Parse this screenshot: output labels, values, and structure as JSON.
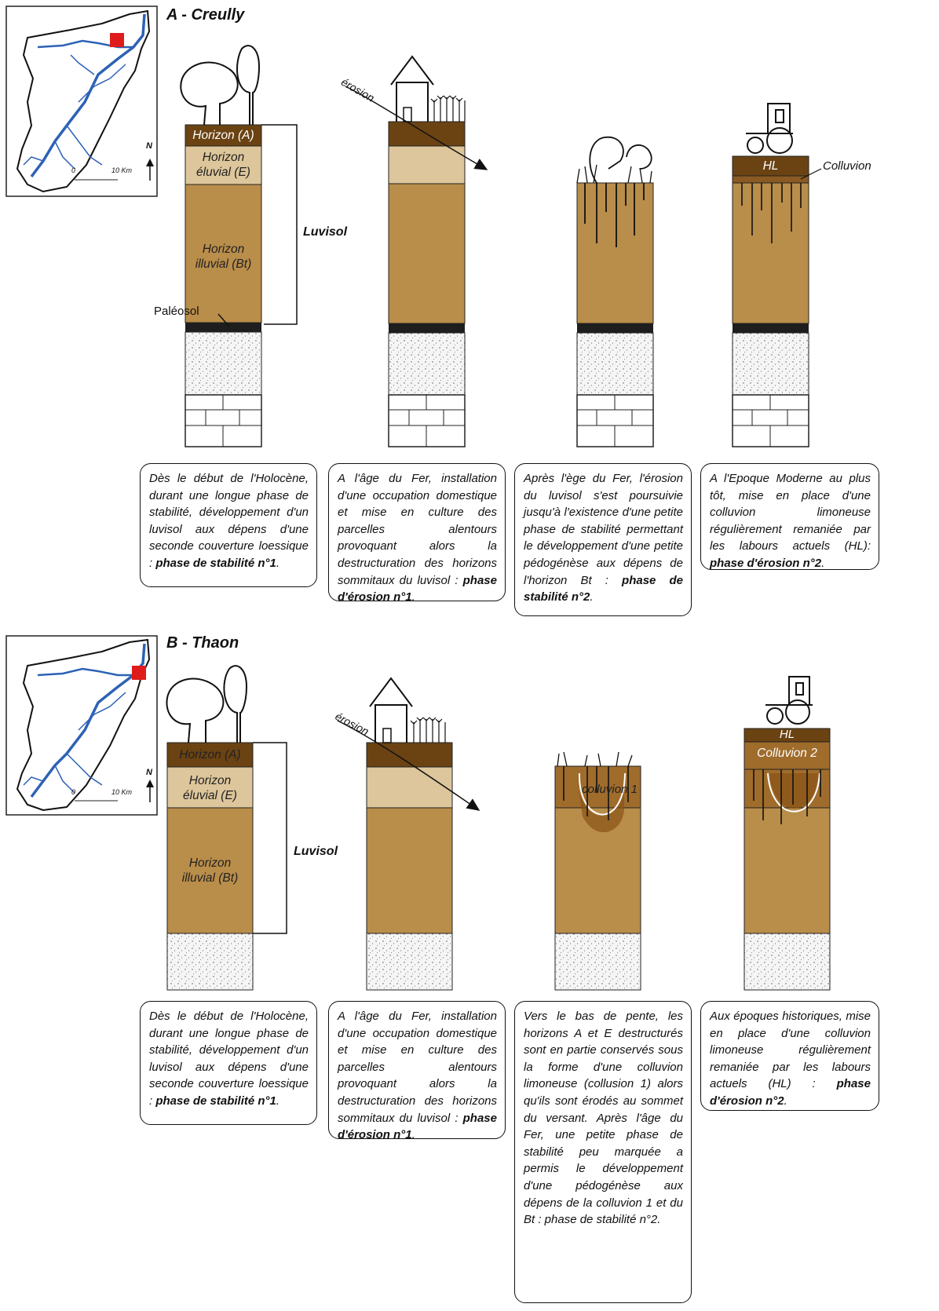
{
  "colors": {
    "horizon_a": "#6b4313",
    "horizon_e": "#ddc69b",
    "horizon_bt": "#b98d4a",
    "colluvion": "#9f6c2c",
    "paleosol": "#1e1e1e",
    "sand": "#f4f4f4",
    "river": "#2d62b5",
    "site_marker": "#e01b1b"
  },
  "panel_a": {
    "title": "A - Creully",
    "map": {
      "north": "N",
      "scale_zero": "0",
      "scale_km": "10 Km"
    },
    "labels": {
      "horizon_a": "Horizon (A)",
      "horizon_e_1": "Horizon",
      "horizon_e_2": "éluvial (E)",
      "horizon_bt_1": "Horizon",
      "horizon_bt_2": "illuvial (Bt)",
      "luvisol": "Luvisol",
      "paleosol": "Paléosol",
      "erosion": "érosion",
      "hl": "HL",
      "colluvion": "Colluvion"
    },
    "notes": [
      {
        "text": "Dès le début de l'Holocène, durant une longue phase de stabilité, développement d'un luvisol aux dépens d'une seconde couverture loessique : ",
        "emph": "phase de stabilité n°1",
        "end": "."
      },
      {
        "text": "A l'âge du Fer, installation d'une occupation domestique et mise en culture des parcelles alentours provoquant alors la destructuration des horizons sommitaux du luvisol : ",
        "emph": "phase d'érosion n°1",
        "end": "."
      },
      {
        "text": "Après l'ège du Fer, l'érosion du luvisol s'est poursuivie jusqu'à l'existence d'une petite phase de stabilité permettant le développement d'une petite pédogénèse aux dépens de l'horizon Bt : ",
        "emph": "phase de stabilité n°2",
        "end": "."
      },
      {
        "text": "A l'Epoque Moderne au plus tôt, mise en place d'une colluvion limoneuse régulièrement remaniée par les labours actuels (HL): ",
        "emph": "phase d'érosion n°2",
        "end": "."
      }
    ]
  },
  "panel_b": {
    "title": "B - Thaon",
    "map": {
      "north": "N",
      "scale_zero": "0",
      "scale_km": "10 Km"
    },
    "labels": {
      "horizon_a": "Horizon (A)",
      "horizon_e_1": "Horizon",
      "horizon_e_2": "éluvial (E)",
      "horizon_bt_1": "Horizon",
      "horizon_bt_2": "illuvial (Bt)",
      "luvisol": "Luvisol",
      "erosion": "érosion",
      "colluvion_1": "colluvion 1",
      "hl": "HL",
      "colluvion_2": "Colluvion 2"
    },
    "notes": [
      {
        "text": "Dès le début de l'Holocène, durant une longue phase de stabilité, développement d'un luvisol aux dépens d'une seconde couverture loessique : ",
        "emph": "phase de stabilité n°1",
        "end": "."
      },
      {
        "text": "A l'âge du Fer, installation d'une occupation domestique et mise en culture des parcelles alentours provoquant alors la destructuration des horizons sommitaux du luvisol : ",
        "emph": "phase d'érosion n°1",
        "end": "."
      },
      {
        "text": "Vers le bas de pente, les horizons A et E destructurés sont en partie conservés sous la forme d'une colluvion limoneuse (collusion 1) alors qu'ils sont érodés au sommet du versant. Après l'âge du Fer, une petite phase de stabilité peu marquée a permis le développement d'une pédogénèse aux dépens de la colluvion 1 et du Bt : phase de stabilité n°2.",
        "emph": "",
        "end": ""
      },
      {
        "text": "Aux époques historiques, mise en place d'une colluvion limoneuse régulièrement remaniée par les labours actuels (HL) : ",
        "emph": "phase d'érosion n°2",
        "end": "."
      }
    ]
  }
}
